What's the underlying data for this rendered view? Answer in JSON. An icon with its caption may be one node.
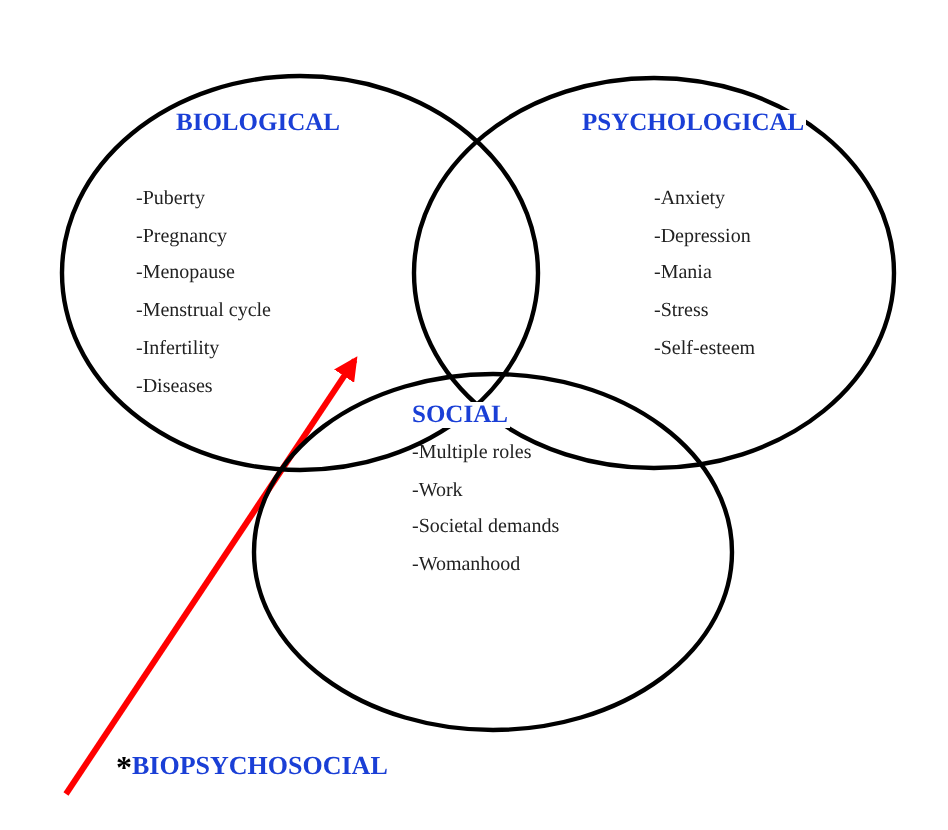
{
  "diagram": {
    "nodes": [
      {
        "text": [
          "BIOLOGICAL",
          "-Puberty",
          "-Pregnancy",
          "-Menopause",
          "-Menstrual cycle",
          "-Infertility",
          "-Diseases"
        ]
      },
      {
        "text": [
          "PSYCHOLOGICAL",
          "-Anxiety",
          "-Depression",
          "-Mania",
          "-Stress",
          "-Self-esteem"
        ]
      },
      {
        "text": [
          "SOCIAL",
          "-Multiple roles",
          "-Work",
          "-Societal demands",
          "-Womanhood"
        ]
      },
      {
        "text": [
          "$^{*}$BIOPSYCHOSOCIAL"
        ]
      }
    ],
    "edges": [
      {
        "from": 3,
        "to": 0,
        "arrow": "to",
        "color": "#ff0000"
      }
    ]
  }
}
